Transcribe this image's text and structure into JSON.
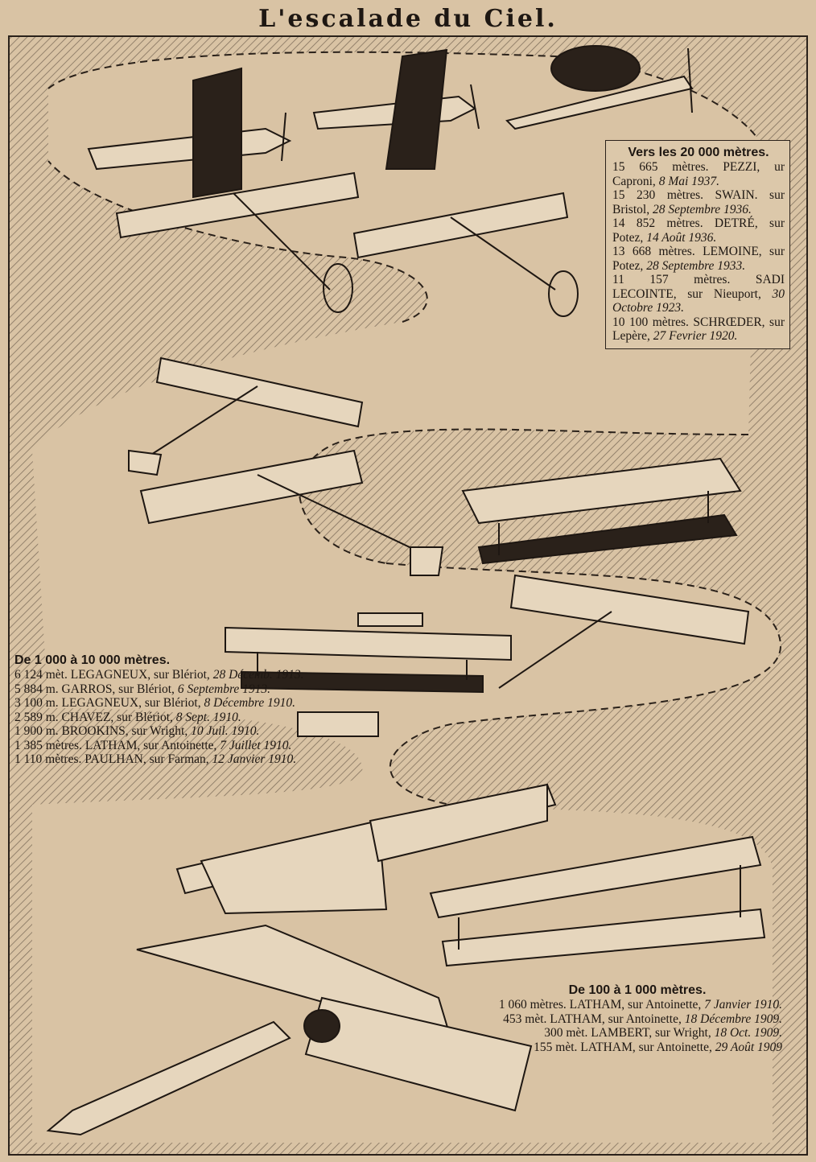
{
  "title": "L'escalade du Ciel.",
  "sections": {
    "high": {
      "heading": "Vers les 20 000 mètres.",
      "records": [
        {
          "text": "15 665 mètres. PEZZI, ur Caproni,",
          "date": "8 Mai 1937."
        },
        {
          "text": "15 230 mètres. SWAIN. sur Bristol,",
          "date": "28 Septembre 1936."
        },
        {
          "text": "14 852 mètres. DETRÉ, sur Potez,",
          "date": "14 Août 1936."
        },
        {
          "text": "13 668 mètres. LEMOINE, sur Potez,",
          "date": "28 Septembre 1933."
        },
        {
          "text": "11 157 mètres. SADI LECOINTE, sur Nieuport,",
          "date": "30 Octobre 1923."
        },
        {
          "text": "10 100 mètres. SCHRŒDER, sur Lepère,",
          "date": "27 Fevrier 1920."
        }
      ]
    },
    "mid": {
      "heading": "De 1 000 à 10 000 mètres.",
      "records": [
        {
          "text": "6 124 mèt. LEGAGNEUX, sur Blériot,",
          "date": "28 Décemb. 1913."
        },
        {
          "text": "5 884 m. GARROS, sur Blériot,",
          "date": "6 Septembre 1913."
        },
        {
          "text": "3 100 m. LEGAGNEUX, sur Blériot,",
          "date": "8 Décembre 1910."
        },
        {
          "text": "2 589 m. CHAVEZ, sur Blériot,",
          "date": "8 Sept. 1910."
        },
        {
          "text": "1 900 m. BROOKINS, sur Wright,",
          "date": "10 Juil. 1910."
        },
        {
          "text": "1 385 mètres. LATHAM, sur Antoinette,",
          "date": "7 Juillet 1910."
        },
        {
          "text": "1 110 mètres. PAULHAN, sur Farman,",
          "date": "12 Janvier 1910."
        }
      ]
    },
    "low": {
      "heading": "De 100 à 1 000 mètres.",
      "records": [
        {
          "text": "1 060 mètres. LATHAM, sur Antoinette,",
          "date": "7 Janvier 1910."
        },
        {
          "text": "453 mèt. LATHAM, sur Antoinette,",
          "date": "18 Décembre 1909."
        },
        {
          "text": "300 mèt. LAMBERT, sur Wright,",
          "date": "18 Oct. 1909."
        },
        {
          "text": "155 mèt. LATHAM, sur Antoinette,",
          "date": "29 Août 1909"
        }
      ]
    }
  }
}
